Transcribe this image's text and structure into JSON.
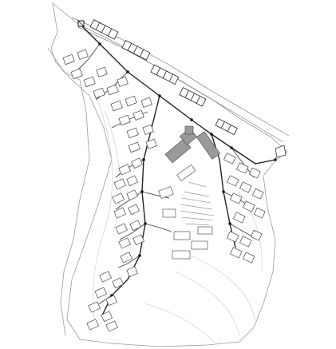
{
  "map": {
    "kind": "site-plan",
    "palette": {
      "line": "#444444",
      "hatch": "#9a9a9a",
      "background": "#ffffff"
    },
    "zones": [
      "villa-cluster-west",
      "villa-cluster-east",
      "coastal-row-houses",
      "central-hub"
    ],
    "icons": [
      "entry-marker-icon",
      "gate-icon"
    ]
  }
}
